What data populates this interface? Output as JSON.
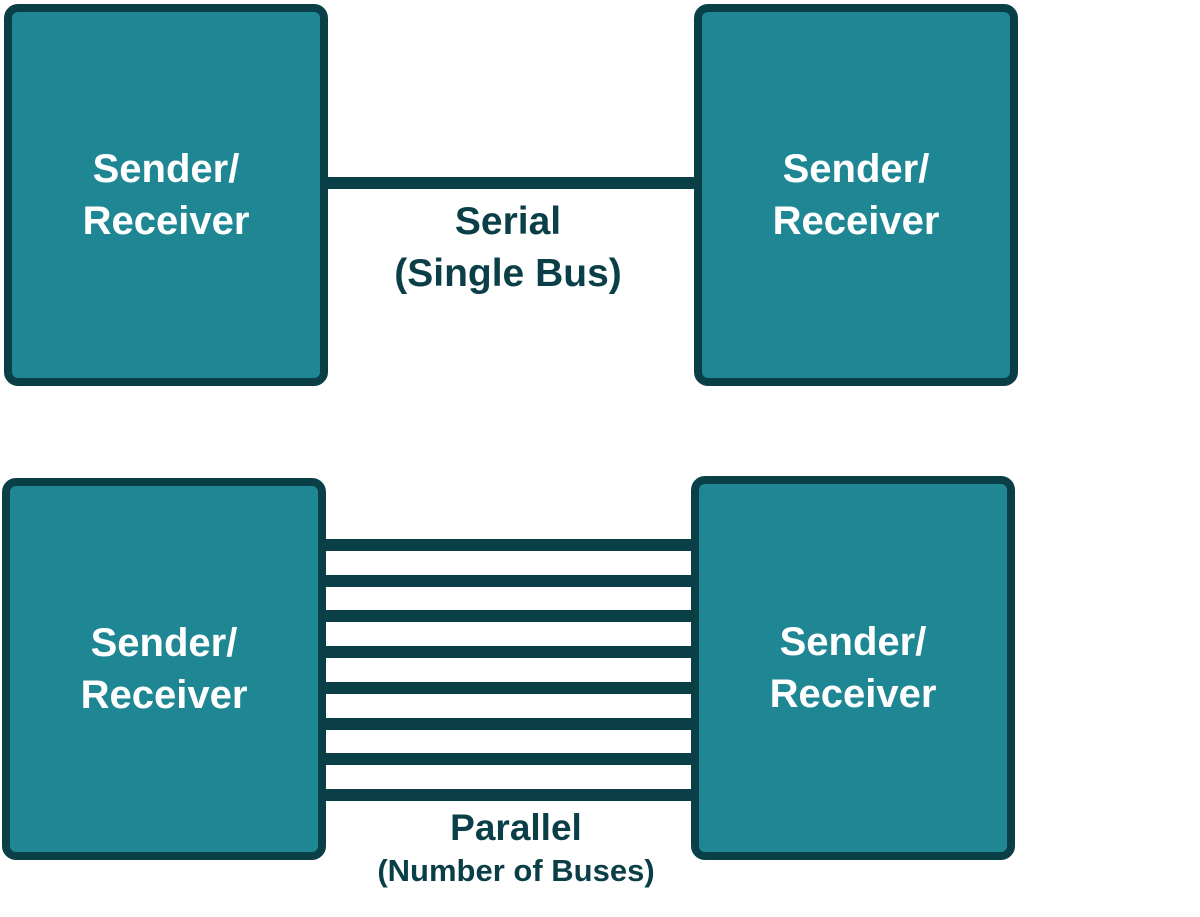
{
  "colors": {
    "box_fill": "#1f8694",
    "box_border": "#0b3f48",
    "wire": "#0b3f48",
    "label_text": "#ffffff",
    "caption_text": "#0b3f48"
  },
  "serial": {
    "left_box": {
      "line1": "Sender/",
      "line2": "Receiver"
    },
    "right_box": {
      "line1": "Sender/",
      "line2": "Receiver"
    },
    "caption_title": "Serial",
    "caption_sub": "(Single Bus)",
    "wire_count": 1
  },
  "parallel": {
    "left_box": {
      "line1": "Sender/",
      "line2": "Receiver"
    },
    "right_box": {
      "line1": "Sender/",
      "line2": "Receiver"
    },
    "caption_title": "Parallel",
    "caption_sub": "(Number of Buses)",
    "wire_count": 8
  }
}
